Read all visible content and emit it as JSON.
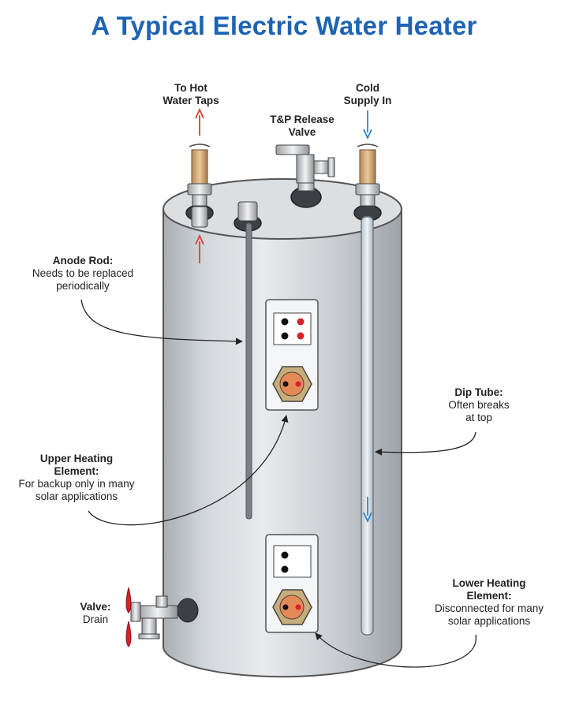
{
  "title": "A Typical Electric Water Heater",
  "colors": {
    "title": "#1f63b4",
    "hot_arrow": "#d9403a",
    "cold_arrow": "#2f86c8",
    "tank": "#c9cdd2",
    "valve_handle": "#d8222a"
  },
  "labels": {
    "hot_outlet": {
      "heading": "To Hot\nWater Taps"
    },
    "tp_valve": {
      "heading": "T&P Release\nValve"
    },
    "cold_inlet": {
      "heading": "Cold\nSupply In"
    },
    "anode_rod": {
      "heading": "Anode Rod:",
      "body": "Needs to be replaced\nperiodically"
    },
    "dip_tube": {
      "heading": "Dip Tube:",
      "body": "Often breaks\nat top"
    },
    "upper_element": {
      "heading": "Upper Heating\nElement:",
      "body": "For backup only in many\nsolar applications"
    },
    "lower_element": {
      "heading": "Lower Heating\nElement:",
      "body": "Disconnected for many\nsolar applications"
    },
    "drain_valve": {
      "heading": "Valve:",
      "body": "Drain"
    }
  }
}
